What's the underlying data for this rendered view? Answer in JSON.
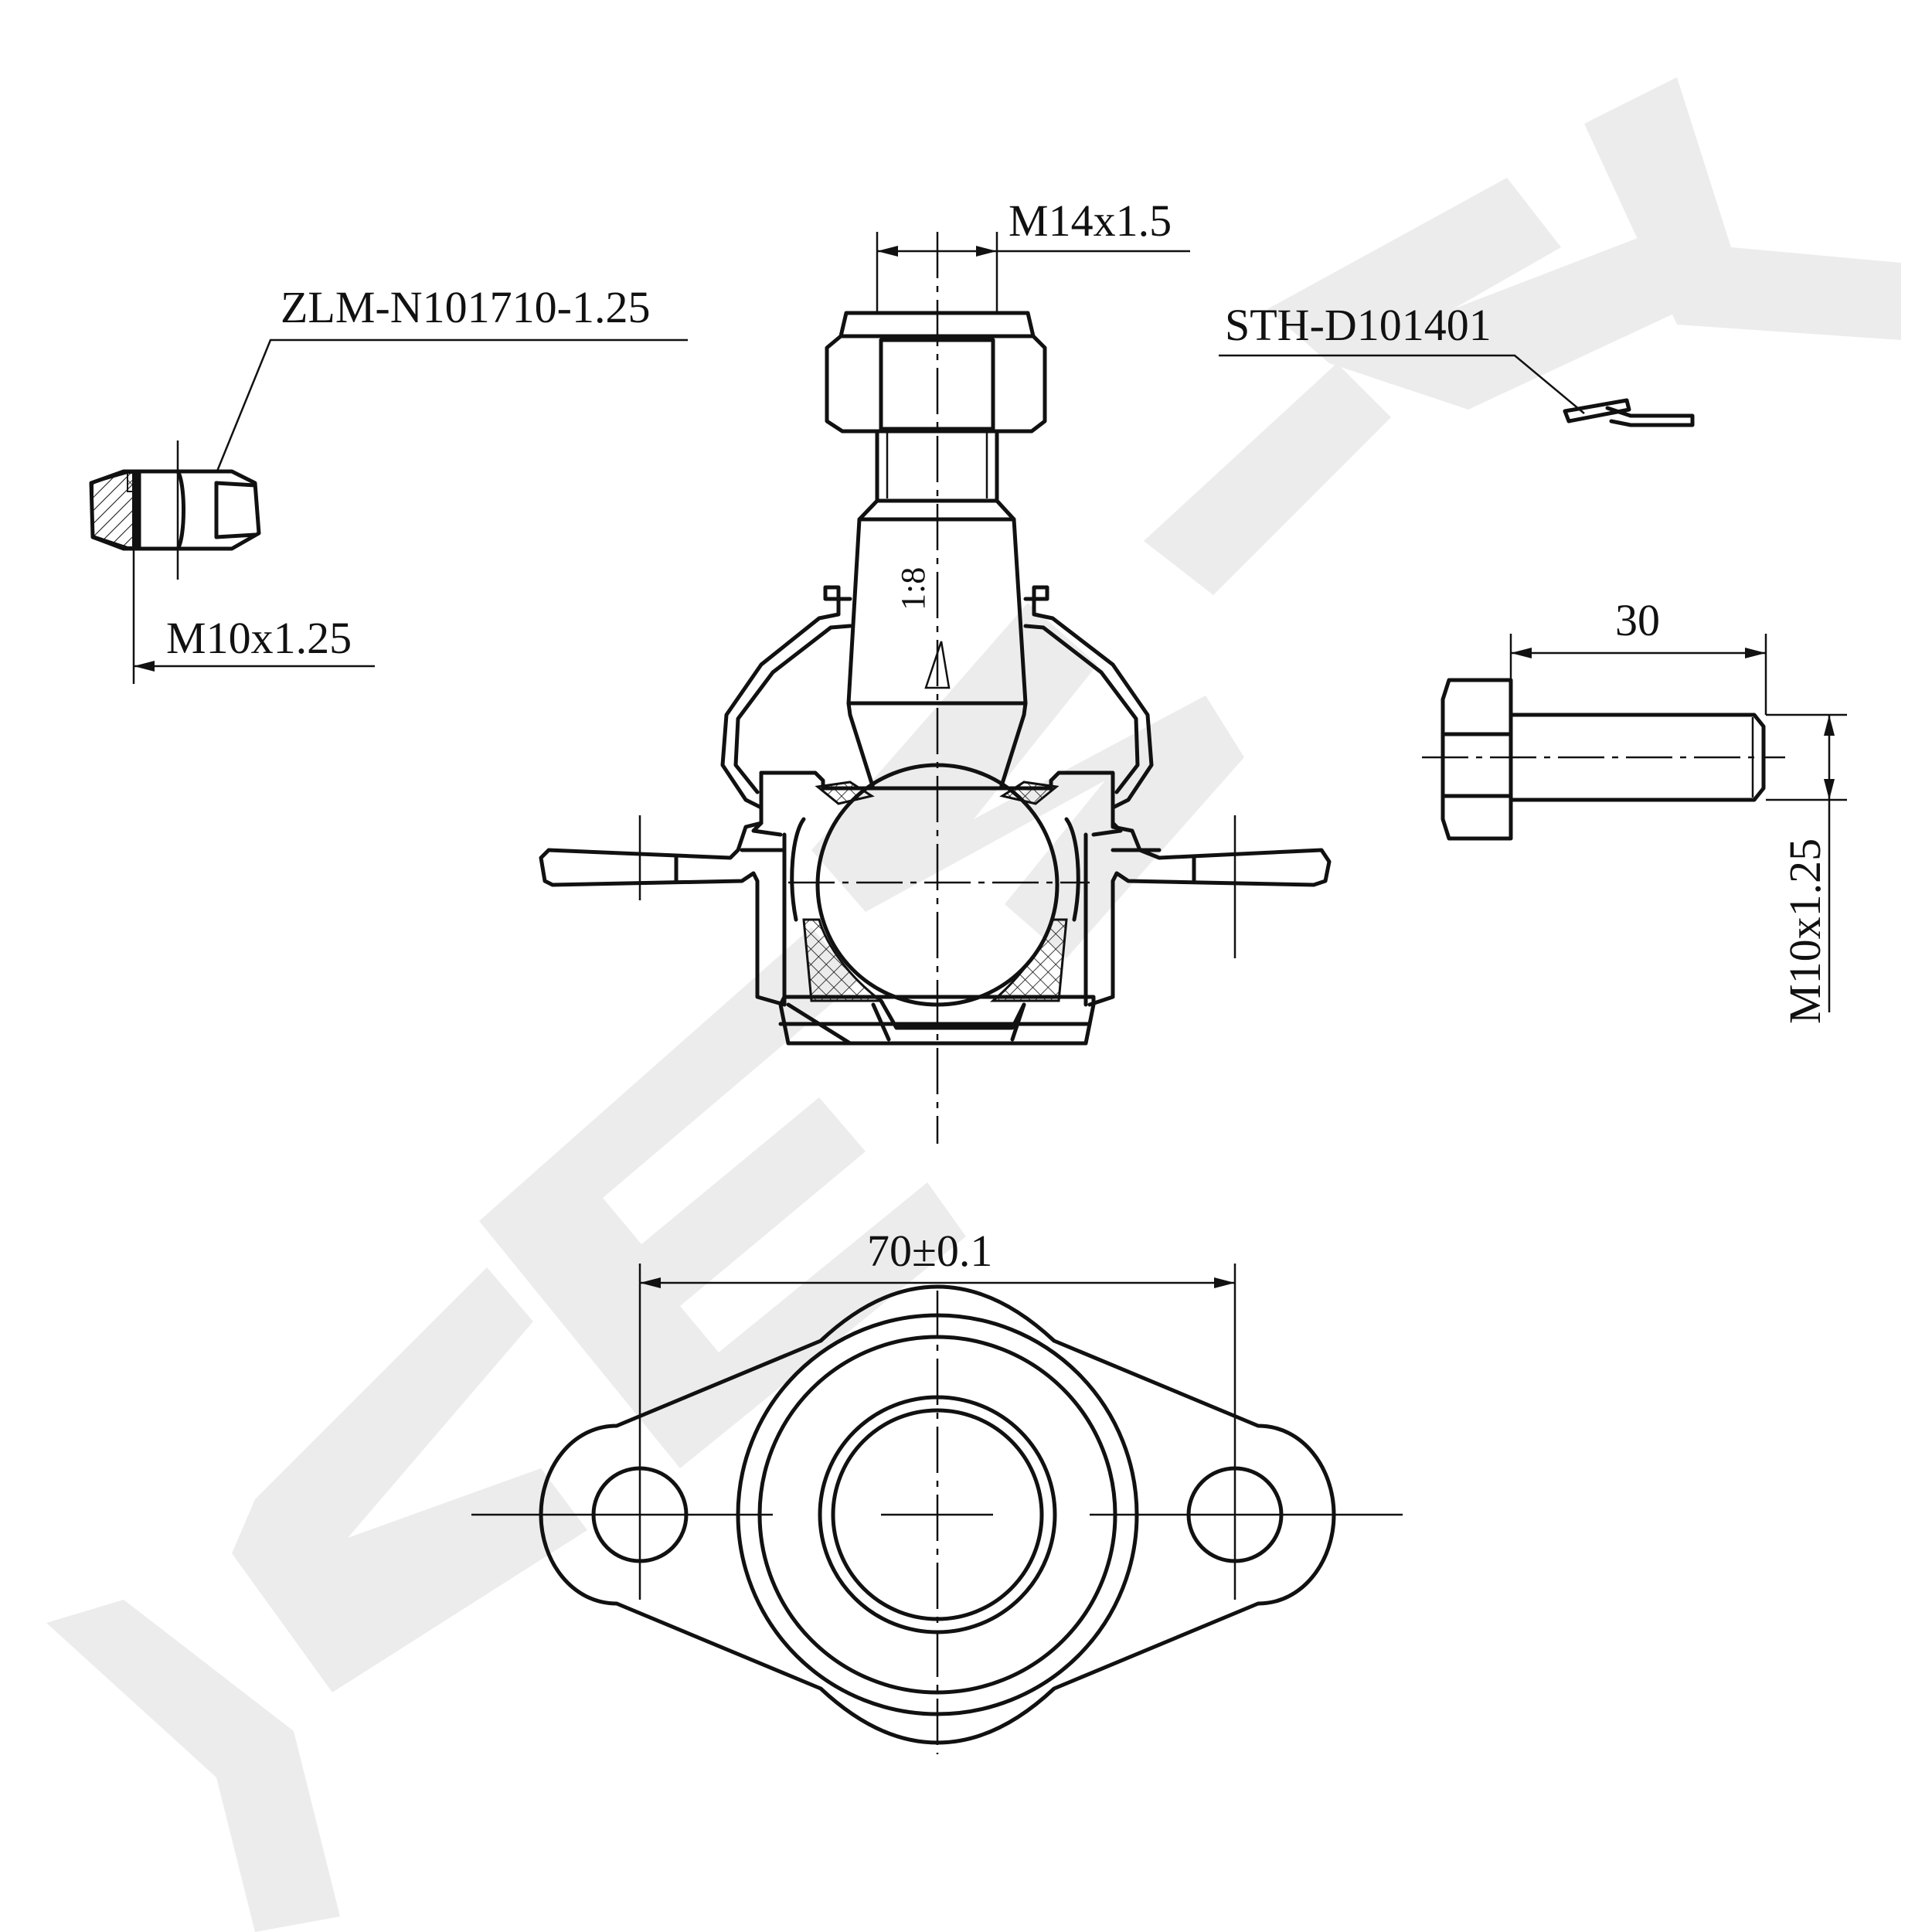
{
  "labels": {
    "nut_part": "ZLM-N101710-1.25",
    "nut_thread": "M10x1.25",
    "stud_thread": "M14x1.5",
    "taper": "1:8",
    "pin_part": "STH-D101401",
    "bolt_length": "30",
    "bolt_thread": "M10x1.25",
    "hole_spacing": "70±0.1"
  },
  "colors": {
    "line": "#111111",
    "watermark": "#ececec",
    "background": "#ffffff"
  }
}
